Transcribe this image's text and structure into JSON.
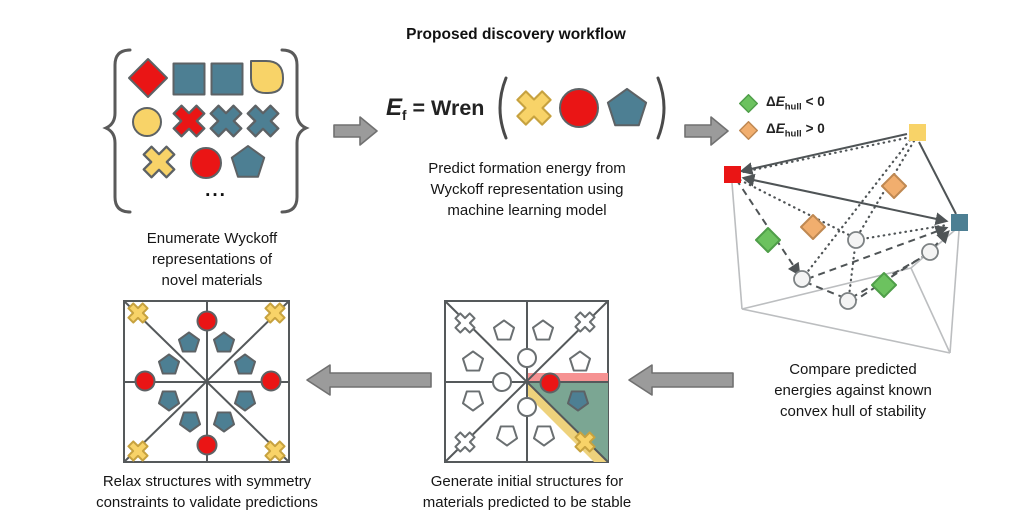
{
  "title": "Proposed discovery workflow",
  "panels": {
    "enumerate": {
      "ellipsis": "...",
      "caption": [
        "Enumerate Wyckoff",
        "representations of",
        "novel materials"
      ]
    },
    "predict": {
      "formula": {
        "symbol": "E",
        "subscript": "f",
        "rhs": "= Wren"
      },
      "caption": [
        "Predict formation energy from",
        "Wyckoff representation using",
        "machine learning model"
      ]
    },
    "hull": {
      "legend": [
        {
          "delta": "Δ",
          "symbol": "E",
          "subscript": "hull",
          "relation": "< 0"
        },
        {
          "delta": "Δ",
          "symbol": "E",
          "subscript": "hull",
          "relation": "> 0"
        }
      ],
      "caption": [
        "Compare predicted",
        "energies against known",
        "convex hull of stability"
      ]
    },
    "generate": {
      "caption": [
        "Generate initial structures for",
        "materials predicted to be stable"
      ]
    },
    "relax": {
      "caption": [
        "Relax structures with symmetry",
        "constraints to validate predictions"
      ]
    }
  },
  "colors": {
    "red": "#ea1515",
    "teal": "#4d7f93",
    "yellow": "#f8d368",
    "green_stable": "#6cc25f",
    "orange_unstable": "#f1ae6e",
    "stable_region_fill": "#7ba693",
    "band_pink": "#f69292",
    "band_yellow": "#eed27c",
    "arrow_gray": "#9b9b9b"
  }
}
